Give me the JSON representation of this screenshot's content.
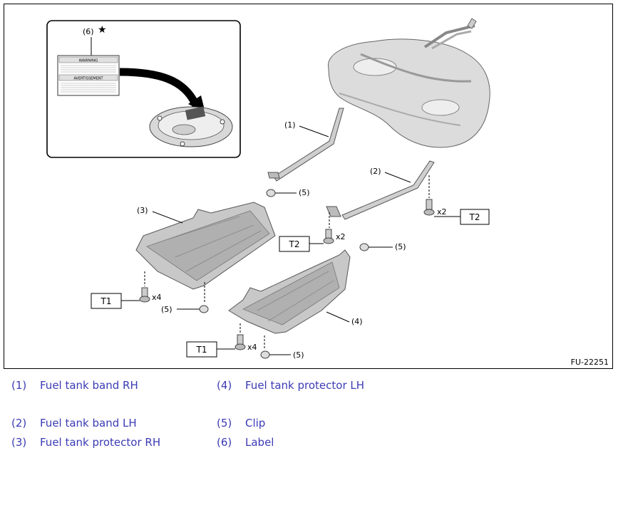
{
  "figure": {
    "code": "FU-22251",
    "callouts": {
      "c1": "(1)",
      "c2": "(2)",
      "c3": "(3)",
      "c4": "(4)",
      "c5a": "(5)",
      "c5b": "(5)",
      "c5c": "(5)",
      "c5d": "(5)",
      "c6": "(6)",
      "star": "★"
    },
    "qty": {
      "q1": "x4",
      "q2": "x2",
      "q3": "x2",
      "q4": "x4"
    },
    "torque": {
      "t1a": "T1",
      "t1b": "T1",
      "t2a": "T2",
      "t2b": "T2"
    },
    "label_art": {
      "warning": "WARNING",
      "avertissement": "AVERTISSEMENT"
    }
  },
  "legend": [
    {
      "num": "(1)",
      "text": "Fuel tank band RH"
    },
    {
      "num": "(2)",
      "text": "Fuel tank band LH"
    },
    {
      "num": "(3)",
      "text": "Fuel tank protector RH"
    },
    {
      "num": "(4)",
      "text": "Fuel tank protector LH"
    },
    {
      "num": "(5)",
      "text": "Clip"
    },
    {
      "num": "(6)",
      "text": "Label"
    }
  ],
  "colors": {
    "legend_text": "#3b3bb5",
    "part_fill": "#c8c8c8",
    "part_dark": "#8f8f8f"
  }
}
